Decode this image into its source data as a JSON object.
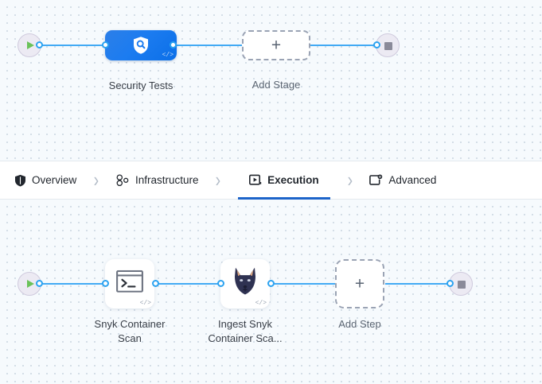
{
  "stage_canvas": {
    "start_node": {
      "icon": "play-icon",
      "label": ""
    },
    "stage": {
      "icon": "shield-search-icon",
      "badge": "</>",
      "label": "Security Tests"
    },
    "add_stage": {
      "icon": "plus-icon",
      "label": "Add Stage"
    },
    "end_node": {
      "icon": "stop-icon",
      "label": ""
    }
  },
  "navbar": {
    "tabs": [
      {
        "label": "Overview",
        "icon": "shield-icon",
        "active": false
      },
      {
        "label": "Infrastructure",
        "icon": "cluster-icon",
        "active": false
      },
      {
        "label": "Execution",
        "icon": "play-box-icon",
        "active": true
      },
      {
        "label": "Advanced",
        "icon": "card-gear-icon",
        "active": false
      }
    ],
    "separator": "›",
    "active_underline_color": "#1d64c9"
  },
  "step_canvas": {
    "start_node": {
      "icon": "play-icon",
      "label": ""
    },
    "steps": [
      {
        "icon": "terminal-icon",
        "badge": "</>",
        "label": "Snyk Container\nScan"
      },
      {
        "icon": "snyk-dog-icon",
        "badge": "</>",
        "label": "Ingest Snyk\nContainer Sca..."
      }
    ],
    "add_step": {
      "icon": "plus-icon",
      "label": "Add Step"
    },
    "end_node": {
      "icon": "stop-icon",
      "label": ""
    }
  },
  "colors": {
    "wire": "#42aaf4",
    "canvas_bg": "#f6fafd",
    "stage_blue": "#1c7cf0",
    "play_green": "#6ac259",
    "stop_grey": "#8a8a99",
    "accent": "#1d64c9"
  }
}
